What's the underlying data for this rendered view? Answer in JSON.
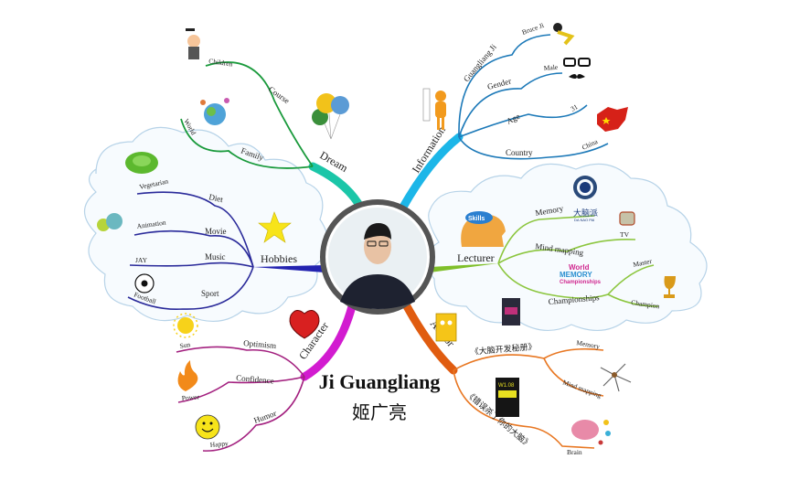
{
  "center": {
    "name": "Ji Guangliang",
    "name_cn": "姬广亮"
  },
  "branches": {
    "dream": {
      "label": "Dream",
      "color": "#1bb38a",
      "subs": [
        {
          "label": "Course",
          "leaf": "Children"
        },
        {
          "label": "Family",
          "leaf": "World"
        }
      ]
    },
    "information": {
      "label": "Information",
      "color": "#1c86c9",
      "subs": [
        {
          "label": "Guangliang Ji",
          "leaf": "Bruce Ji"
        },
        {
          "label": "Gender",
          "leaf": "Male"
        },
        {
          "label": "Age",
          "leaf": "31"
        },
        {
          "label": "Country",
          "leaf": "China"
        }
      ]
    },
    "hobbies": {
      "label": "Hobbies",
      "color": "#2a2a9a",
      "subs": [
        {
          "label": "Diet",
          "leaf": "Vegetarian"
        },
        {
          "label": "Movie",
          "leaf": "Animation"
        },
        {
          "label": "Music",
          "leaf": "JAY"
        },
        {
          "label": "Sport",
          "leaf": "Football"
        }
      ]
    },
    "lecturer": {
      "label": "Lecturer",
      "color": "#8cc63f",
      "icon_text": "Skills",
      "subs": [
        {
          "label": "Memory",
          "leaf": "大脑派",
          "leaf2": "DA NAO PAI"
        },
        {
          "label": "Mind mapping",
          "leaf": "TV"
        },
        {
          "label": "Championships",
          "leaf": "Master",
          "leaf2": "Champion",
          "logo": [
            "World",
            "MEMORY",
            "Championships"
          ]
        }
      ]
    },
    "character": {
      "label": "Character",
      "color": "#b0178f",
      "subs": [
        {
          "label": "Optimism",
          "leaf": "Sun"
        },
        {
          "label": "Confidence",
          "leaf": "Power"
        },
        {
          "label": "Humor",
          "leaf": "Happy"
        }
      ]
    },
    "author": {
      "label": "Author",
      "color": "#e87722",
      "subs": [
        {
          "label": "《大脑开发秘册》",
          "leaf": "Memory",
          "leaf2": "Mind mapping"
        },
        {
          "label": "《错误杀了你的大脑》",
          "leaf": "Brain",
          "book_code": "W1.08"
        }
      ]
    }
  }
}
